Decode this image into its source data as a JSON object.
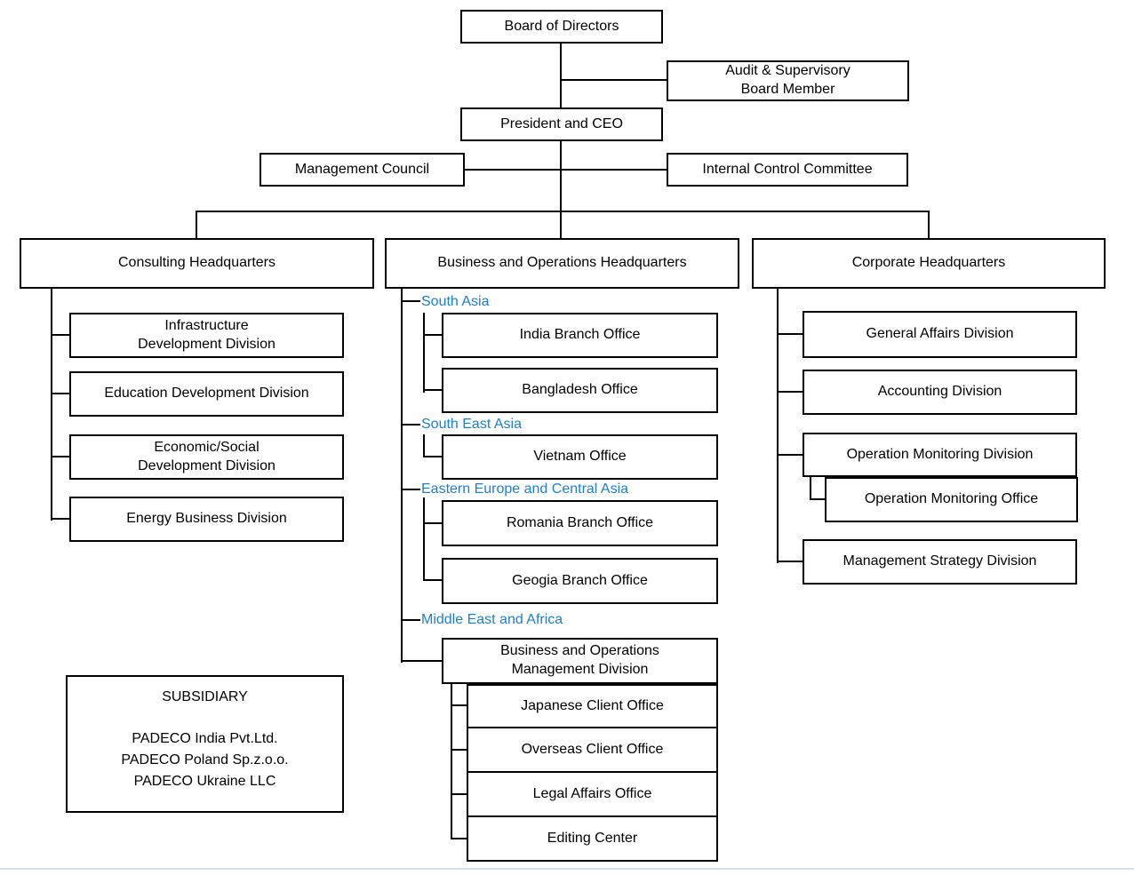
{
  "colors": {
    "line": "#000000",
    "accent_blue": "#217FC4",
    "page_edge": "#D9DEE4"
  },
  "org": {
    "board_of_directors": "Board of Directors",
    "audit_supervisory": "Audit & Supervisory\nBoard Member",
    "president_ceo": "President and CEO",
    "management_council": "Management Council",
    "internal_control_committee": "Internal Control Committee",
    "consulting": {
      "label": "Consulting Headquarters",
      "divisions": [
        "Infrastructure\nDevelopment Division",
        "Education Development Division",
        "Economic/Social\nDevelopment Division",
        "Energy Business Division"
      ]
    },
    "business_operations": {
      "label": "Business and Operations Headquarters",
      "regions": [
        {
          "label": "South Asia",
          "offices": [
            "India Branch Office",
            "Bangladesh Office"
          ]
        },
        {
          "label": "South East Asia",
          "offices": [
            "Vietnam Office"
          ]
        },
        {
          "label": "Eastern Europe and Central Asia",
          "offices": [
            "Romania Branch Office",
            "Geogia Branch Office"
          ]
        },
        {
          "label": "Middle East and Africa",
          "offices": []
        }
      ],
      "management_division": {
        "label": "Business and Operations\nManagement Division",
        "offices": [
          "Japanese Client Office",
          "Overseas Client Office",
          "Legal Affairs Office",
          "Editing Center"
        ]
      }
    },
    "corporate": {
      "label": "Corporate Headquarters",
      "divisions": [
        "General Affairs Division",
        "Accounting Division",
        "Operation Monitoring Division",
        "Management Strategy Division"
      ],
      "operation_monitoring_office": "Operation Monitoring Office"
    }
  },
  "subsidiary": {
    "title": "SUBSIDIARY",
    "companies": [
      "PADECO India Pvt.Ltd.",
      "PADECO Poland Sp.z.o.o.",
      "PADECO Ukraine LLC"
    ]
  }
}
